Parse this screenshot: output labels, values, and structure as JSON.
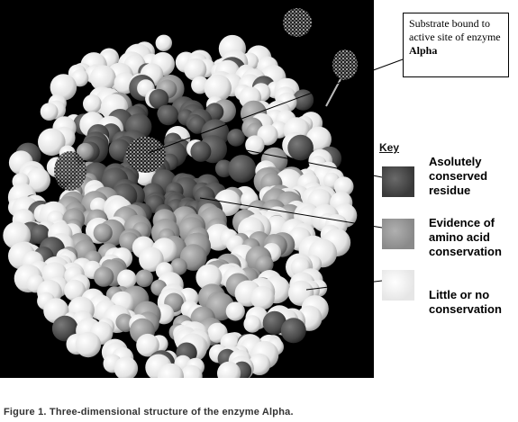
{
  "callout": {
    "text_prefix": "Substrate bound to active site of enzyme ",
    "text_bold": "Alpha"
  },
  "key": {
    "title": "Key",
    "items": [
      {
        "label": "Asolutely conserved residue",
        "color": "#4a4a4a"
      },
      {
        "label": "Evidence of amino acid conservation",
        "color": "#9a9a9a"
      },
      {
        "label": "Little or no conservation",
        "color": "#f2f2f2"
      }
    ]
  },
  "caption": "Figure 1. Three-dimensional structure of the enzyme Alpha."
}
